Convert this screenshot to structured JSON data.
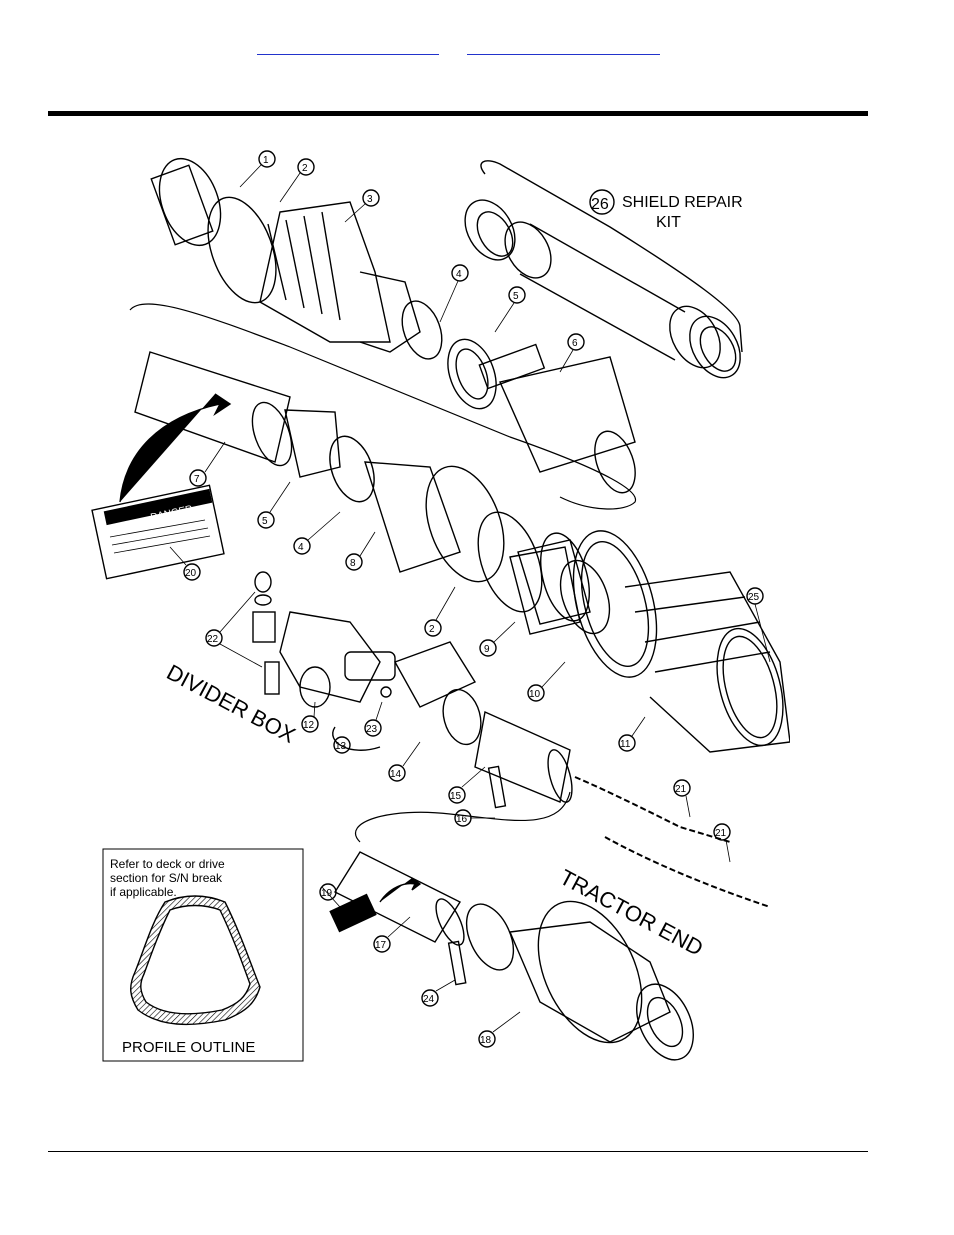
{
  "header": {
    "link_1": "",
    "link_2": ""
  },
  "diagram": {
    "shield_kit_number": "26",
    "shield_kit_label_line1": "SHIELD REPAIR",
    "shield_kit_label_line2": "KIT",
    "divider_box_label": "DIVIDER BOX",
    "tractor_end_label": "TRACTOR END",
    "danger_label": "DANGER",
    "callouts": [
      "1",
      "2",
      "3",
      "4",
      "5",
      "6",
      "7",
      "5",
      "4",
      "8",
      "2",
      "9",
      "10",
      "11",
      "25",
      "20",
      "22",
      "12",
      "13",
      "23",
      "14",
      "15",
      "16",
      "21",
      "21",
      "19",
      "17",
      "24",
      "18"
    ],
    "inset": {
      "note_line1": "Refer to deck or drive",
      "note_line2": "section for S/N break",
      "note_line3": "if applicable.",
      "profile_label": "PROFILE OUTLINE"
    }
  }
}
